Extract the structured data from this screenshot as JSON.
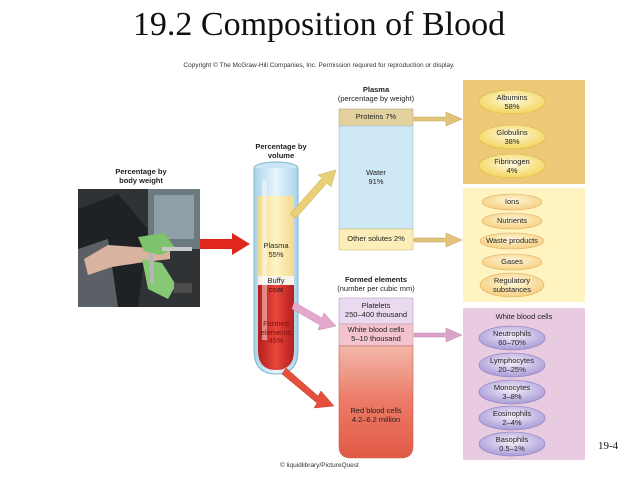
{
  "title": "19.2 Composition of Blood",
  "copyright": "Copyright © The McGraw-Hill Companies, Inc. Permission required for reproduction or display.",
  "photo_label": {
    "line1": "Percentage by",
    "line2": "body weight"
  },
  "tube_label": {
    "line1": "Percentage by",
    "line2": "volume"
  },
  "tube": {
    "plasma": {
      "line1": "Plasma",
      "line2": "55%"
    },
    "buffy": {
      "line1": "Buffy",
      "line2": "coat"
    },
    "formed": {
      "line1": "Formed",
      "line2": "elements",
      "line3": "45%"
    }
  },
  "plasma_header": {
    "line1": "Plasma",
    "line2": "(percentage by weight)"
  },
  "plasma_column": {
    "proteins": "Proteins 7%",
    "water_label": "Water",
    "water_pct": "91%",
    "other": "Other solutes 2%"
  },
  "formed_header": {
    "line1": "Formed elements",
    "line2": "(number per cubic mm)"
  },
  "formed_column": {
    "platelets": {
      "line1": "Platelets",
      "line2": "250–400 thousand"
    },
    "wbc": {
      "line1": "White blood cells",
      "line2": "5–10 thousand"
    },
    "rbc": {
      "line1": "Red blood cells",
      "line2": "4.2–6.2 million"
    }
  },
  "proteins_list": [
    {
      "name": "Albumins",
      "value": "58%"
    },
    {
      "name": "Globulins",
      "value": "38%"
    },
    {
      "name": "Fibrinogen",
      "value": "4%"
    }
  ],
  "solutes_list": [
    "Ions",
    "Nutrients",
    "Waste products",
    "Gases",
    "Regulatory substances"
  ],
  "wbc_header": "White blood cells",
  "wbc_list": [
    {
      "name": "Neutrophils",
      "value": "60–70%"
    },
    {
      "name": "Lymphocytes",
      "value": "20–25%"
    },
    {
      "name": "Monocytes",
      "value": "3–8%"
    },
    {
      "name": "Eosinophils",
      "value": "2–4%"
    },
    {
      "name": "Basophils",
      "value": "0.5–1%"
    }
  ],
  "page_number": "19-4",
  "photo_credit": "© liquidlibrary/PictureQuest",
  "colors": {
    "plasma_yellow": "#fbe9a6",
    "water_blue": "#cfe9f7",
    "protein_tan": "#e8d6a8",
    "formed_red": "#e8614f",
    "wbc_pink": "#f0c6cf",
    "wbc_panel": "#e6c7df",
    "protein_panel": "#ecc670",
    "solute_panel": "#fff2b8"
  }
}
